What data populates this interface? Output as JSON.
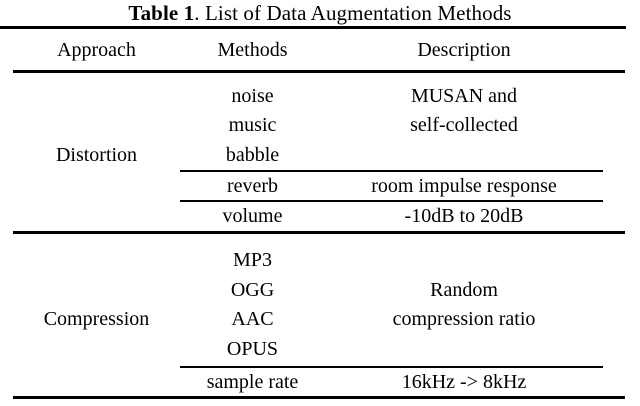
{
  "caption": {
    "label": "Table 1",
    "separator": ". ",
    "text": "List of Data Augmentation Methods"
  },
  "table": {
    "columns": [
      "Approach",
      "Methods",
      "Description"
    ],
    "sections": [
      {
        "approach": "Distortion",
        "rows": [
          {
            "method": "noise",
            "description": "MUSAN and"
          },
          {
            "method": "music",
            "description": "self-collected"
          },
          {
            "method": "babble",
            "description": ""
          },
          {
            "method": "reverb",
            "description": "room impulse response"
          },
          {
            "method": "volume",
            "description": "-10dB to 20dB"
          }
        ]
      },
      {
        "approach": "Compression",
        "rows": [
          {
            "method": "MP3",
            "description": ""
          },
          {
            "method": "OGG",
            "description": "Random"
          },
          {
            "method": "AAC",
            "description": "compression ratio"
          },
          {
            "method": "OPUS",
            "description": ""
          },
          {
            "method": "sample rate",
            "description": "16kHz -> 8kHz"
          }
        ]
      }
    ]
  },
  "colors": {
    "text": "#000000",
    "rule": "#000000",
    "background": "#ffffff"
  }
}
